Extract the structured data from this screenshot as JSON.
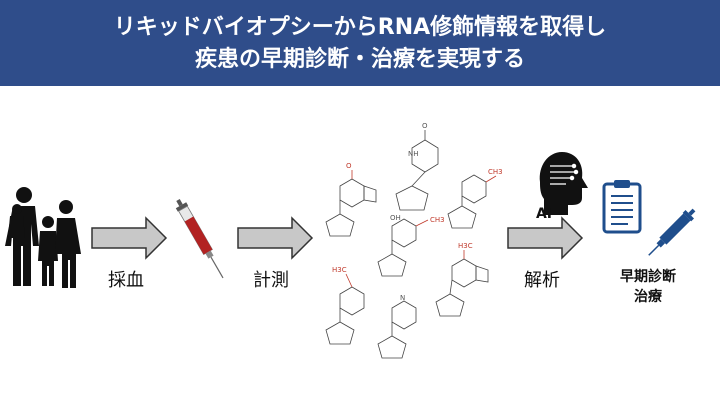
{
  "banner": {
    "line1": "リキッドバイオプシーからRNA修飾情報を取得し",
    "line2": "疾患の早期診断・治療を実現する"
  },
  "steps": {
    "blood_draw": "採血",
    "measure": "計測",
    "analysis": "解析",
    "ai": "AI",
    "outcome_line1": "早期診断",
    "outcome_line2": "治療"
  },
  "molecules": {
    "methyl": "CH3",
    "acetyl": "H3C",
    "nh": "NH",
    "o": "O",
    "oh": "OH",
    "n": "N"
  },
  "colors": {
    "banner": "#2f4d8a",
    "syringe_red": "#b22222",
    "syringe_blue": "#1f4e8c",
    "modification_red": "#c0392b"
  }
}
